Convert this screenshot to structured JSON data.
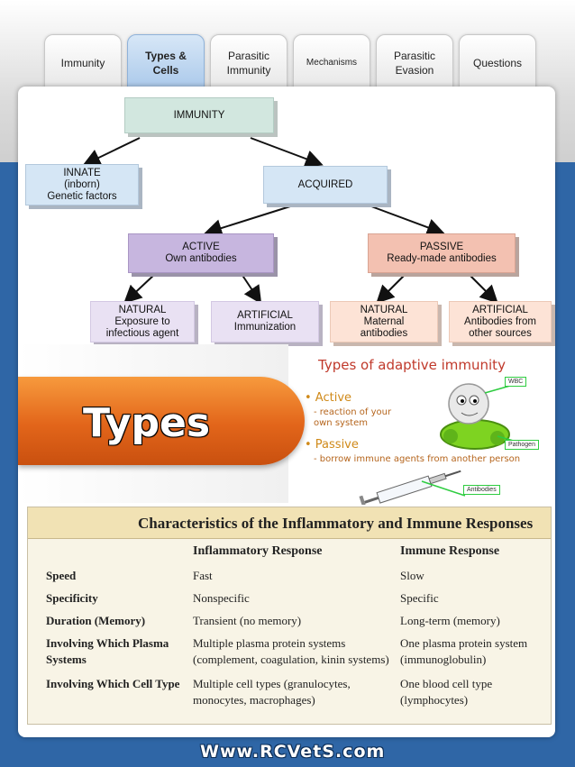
{
  "tabs": [
    {
      "label": "Immunity"
    },
    {
      "label": "Types &\nCells"
    },
    {
      "label": "Parasitic\nImmunity"
    },
    {
      "label": "Mechanisms"
    },
    {
      "label": "Parasitic\nEvasion"
    },
    {
      "label": "Questions"
    }
  ],
  "diagram": {
    "root": "IMMUNITY",
    "innate": "INNATE\n(inborn)\nGenetic factors",
    "acquired": "ACQUIRED",
    "active": "ACTIVE\nOwn antibodies",
    "passive": "PASSIVE\nReady-made antibodies",
    "natural_active": "NATURAL\nExposure to\ninfectious agent",
    "artificial_active": "ARTIFICIAL\nImmunization",
    "natural_passive": "NATURAL\nMaternal\nantibodies",
    "artificial_passive": "ARTIFICIAL\nAntibodies from\nother sources"
  },
  "banner": {
    "label": "Types"
  },
  "adaptive": {
    "title": "Types of adaptive immunity",
    "active": "• Active",
    "active_sub": "- reaction of your\n  own system",
    "passive": "• Passive",
    "passive_sub": "- borrow immune agents from another person",
    "tag_wbc": "WBC",
    "tag_pathogen": "Pathogen",
    "tag_antibodies": "Antibodies"
  },
  "table": {
    "title": "Characteristics of the Inflammatory and Immune Responses",
    "headers": [
      "Inflammatory Response",
      "Immune Response"
    ],
    "rows": [
      {
        "label": "Speed",
        "inflammatory": "Fast",
        "immune": "Slow"
      },
      {
        "label": "Specificity",
        "inflammatory": "Nonspecific",
        "immune": "Specific"
      },
      {
        "label": "Duration (Memory)",
        "inflammatory": "Transient (no memory)",
        "immune": "Long-term (memory)"
      },
      {
        "label": "Involving Which Plasma\nSystems",
        "inflammatory": "Multiple plasma protein systems\n(complement, coagulation, kinin systems)",
        "immune": "One plasma protein system\n(immunoglobulin)"
      },
      {
        "label": "Involving Which Cell Type",
        "inflammatory": "Multiple cell types (granulocytes,\nmonocytes, macrophages)",
        "immune": "One blood cell type (lymphocytes)"
      }
    ]
  },
  "footer": "Www.RCVetS.com"
}
